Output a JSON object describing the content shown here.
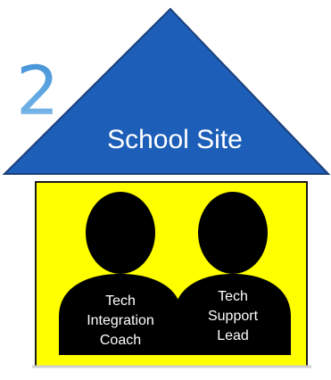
{
  "step_number": "2",
  "roof_label": "School Site",
  "people": [
    {
      "lines": [
        "Tech",
        "Integration",
        "Coach"
      ]
    },
    {
      "lines": [
        "Tech",
        "Support",
        "Lead"
      ]
    }
  ],
  "colors": {
    "roof": "#1d5fb8",
    "house_body": "#ffff00",
    "outline": "#1a1a1a",
    "person": "#000000",
    "person_text": "#ffffff",
    "step_number": "#3c8fd6"
  }
}
